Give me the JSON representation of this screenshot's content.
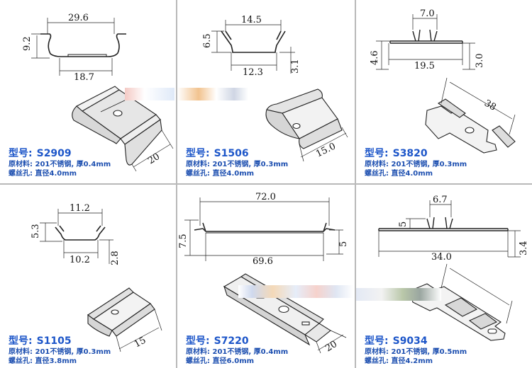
{
  "panels": [
    {
      "model_label": "型号:",
      "model": "S2909",
      "material": "原材料: 201不锈钢, 厚0.4mm",
      "hole": "螺丝孔: 直径4.0mm",
      "dims": {
        "top_width": "29.6",
        "height": "9.2",
        "bottom_width": "18.7",
        "length": "20"
      }
    },
    {
      "model_label": "型号:",
      "model": "S1506",
      "material": "原材料: 201不锈钢, 厚0.3mm",
      "hole": "螺丝孔: 直径4.0mm",
      "dims": {
        "top_width": "14.5",
        "height": "6.5",
        "bottom_width": "12.3",
        "base_height": "3.1",
        "length": "15.0"
      }
    },
    {
      "model_label": "型号:",
      "model": "S3820",
      "material": "原材料: 201不锈钢, 厚0.3mm",
      "hole": "螺丝孔: 直径4.0mm",
      "dims": {
        "top_width": "7.0",
        "height": "4.6",
        "bottom_width": "19.5",
        "base_height": "3.0",
        "length": "38"
      }
    },
    {
      "model_label": "型号:",
      "model": "S1105",
      "material": "原材料: 201不锈钢, 厚0.3mm",
      "hole": "螺丝孔: 直径3.8mm",
      "dims": {
        "top_width": "11.2",
        "height": "5.3",
        "bottom_width": "10.2",
        "base_height": "2.8",
        "length": "15"
      }
    },
    {
      "model_label": "型号:",
      "model": "S7220",
      "material": "原材料: 201不锈钢, 厚0.4mm",
      "hole": "螺丝孔: 直径6.0mm",
      "dims": {
        "top_width": "72.0",
        "height": "7.5",
        "bottom_width": "69.6",
        "base_height": "5",
        "length": "20"
      }
    },
    {
      "model_label": "型号:",
      "model": "S9034",
      "material": "原材料: 201不锈钢, 厚0.5mm",
      "hole": "螺丝孔: 直径4.2mm",
      "dims": {
        "top_width": "6.7",
        "height": "5",
        "bottom_width": "34.0",
        "base_height": "3.4"
      }
    }
  ],
  "colors": {
    "caption_blue": "#1d56c9",
    "grid_line": "#b9b9b9",
    "drawing_line": "#222222"
  }
}
